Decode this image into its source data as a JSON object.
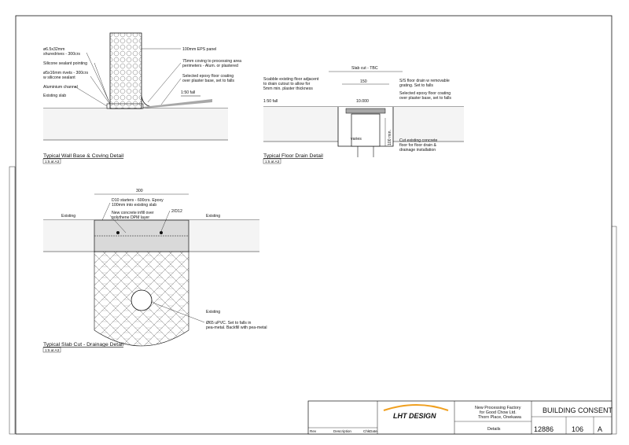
{
  "wall_detail": {
    "title": "Typical Wall Base & Coving Detail",
    "scale": "1:5 at A3",
    "labels": {
      "shurdrives": "ø6.5x32mm",
      "shurdrives2": "shuredrives - 300crs",
      "silicone": "Silicone sealant pointing",
      "rivets": "ø5x16mm rivets - 300crs",
      "rivets2": "w silicone sealant",
      "channel": "Aluminium channel",
      "slab": "Existing slab",
      "eps": "100mm EPS panel",
      "coving": "75mm coving to processing area",
      "coving2": "perimeters - Alum. or plastered",
      "epoxy": "Selected epoxy floor coating",
      "epoxy2": "over plaster base, set to falls",
      "fall": "1:50 fall"
    }
  },
  "floor_drain_detail": {
    "title": "Typical Floor Drain Detail",
    "scale": "1:5 at A3",
    "labels": {
      "slab_cut": "Slab cut - TBC",
      "dim_150": "150",
      "scabble": "Scabble existing floor adjacent",
      "scabble2": "to drain cutout to allow for",
      "scabble3": "5mm min. plaster thickness",
      "fall": "1:50 fall",
      "grating": "S/S floor drain w removable",
      "grating2": "grating. Set to falls",
      "epoxy": "Selected epoxy floor coating",
      "epoxy2": "over plaster base, set to falls",
      "level": "10.000",
      "varies": "varies",
      "min100": "100 min.",
      "cut": "Cut existing concrete",
      "cut2": "floor for floor drain &",
      "cut3": "drainage installation"
    }
  },
  "slab_detail": {
    "title": "Typical Slab Cut - Drainage Detail",
    "scale": "1:5 at A3",
    "labels": {
      "dim_300": "300",
      "starters": "D10 starters - 600crs. Epoxy",
      "starters2": "100mm into existing slab",
      "infill": "New concrete infill over",
      "infill2": "polythene DPM layer",
      "d12": "2/D12",
      "existing_left": "Existing",
      "existing_right": "Existing",
      "existing_low": "Existing",
      "upvc": "Ø65 uPVC. Set to falls in",
      "upvc2": "pea-metal. Backfill with pea-metal"
    }
  },
  "title_block": {
    "company": "LHT DESIGN",
    "project": "New Processing Factory",
    "project2": "for Good Chow Ltd.",
    "project3": "Thorn Place, Onekawa",
    "sheet_title": "Details",
    "status": "BUILDING CONSENT",
    "job_no": "12886",
    "sheet_no": "106",
    "revision": "A",
    "col_rev": "Rev",
    "col_desc": "Description",
    "col_chk": "Chk",
    "col_date": "Date"
  },
  "colors": {
    "line": "#111111",
    "slab_fill": "#d9d9d9",
    "epoxy_fill": "#a8a8a8",
    "logo_arc": "#f0a020"
  }
}
